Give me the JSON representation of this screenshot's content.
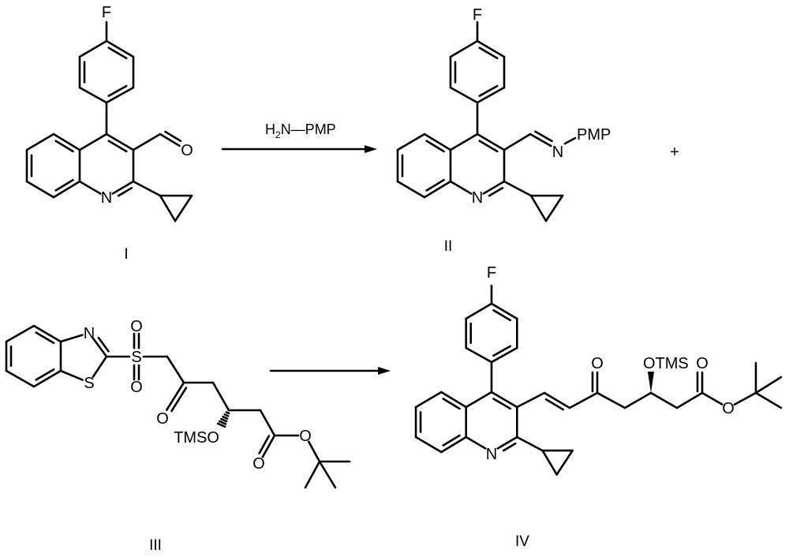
{
  "scheme": {
    "step1": {
      "reagent_label": "H",
      "reagent_sub": "2",
      "reagent_rest": "N—PMP",
      "plus": "+"
    },
    "compounds": {
      "I": {
        "label": "I",
        "atoms": {
          "F": "F",
          "O": "O",
          "N": "N"
        }
      },
      "II": {
        "label": "II",
        "atoms": {
          "F": "F",
          "N_ring": "N",
          "N_imine": "N",
          "PMP": "PMP"
        }
      },
      "III": {
        "label": "III",
        "atoms": {
          "N": "N",
          "S_ring": "S",
          "S": "S",
          "O1": "O",
          "O2": "O",
          "O_keto": "O",
          "OTMS": "TMSO",
          "O_ester_db": "O",
          "O_ester": "O"
        }
      },
      "IV": {
        "label": "IV",
        "atoms": {
          "F": "F",
          "N": "N",
          "O_keto": "O",
          "OTMS": "OTMS",
          "O_ester_db": "O",
          "O_ester": "O"
        }
      }
    },
    "colors": {
      "ink": "#000000",
      "background": "#ffffff"
    }
  }
}
